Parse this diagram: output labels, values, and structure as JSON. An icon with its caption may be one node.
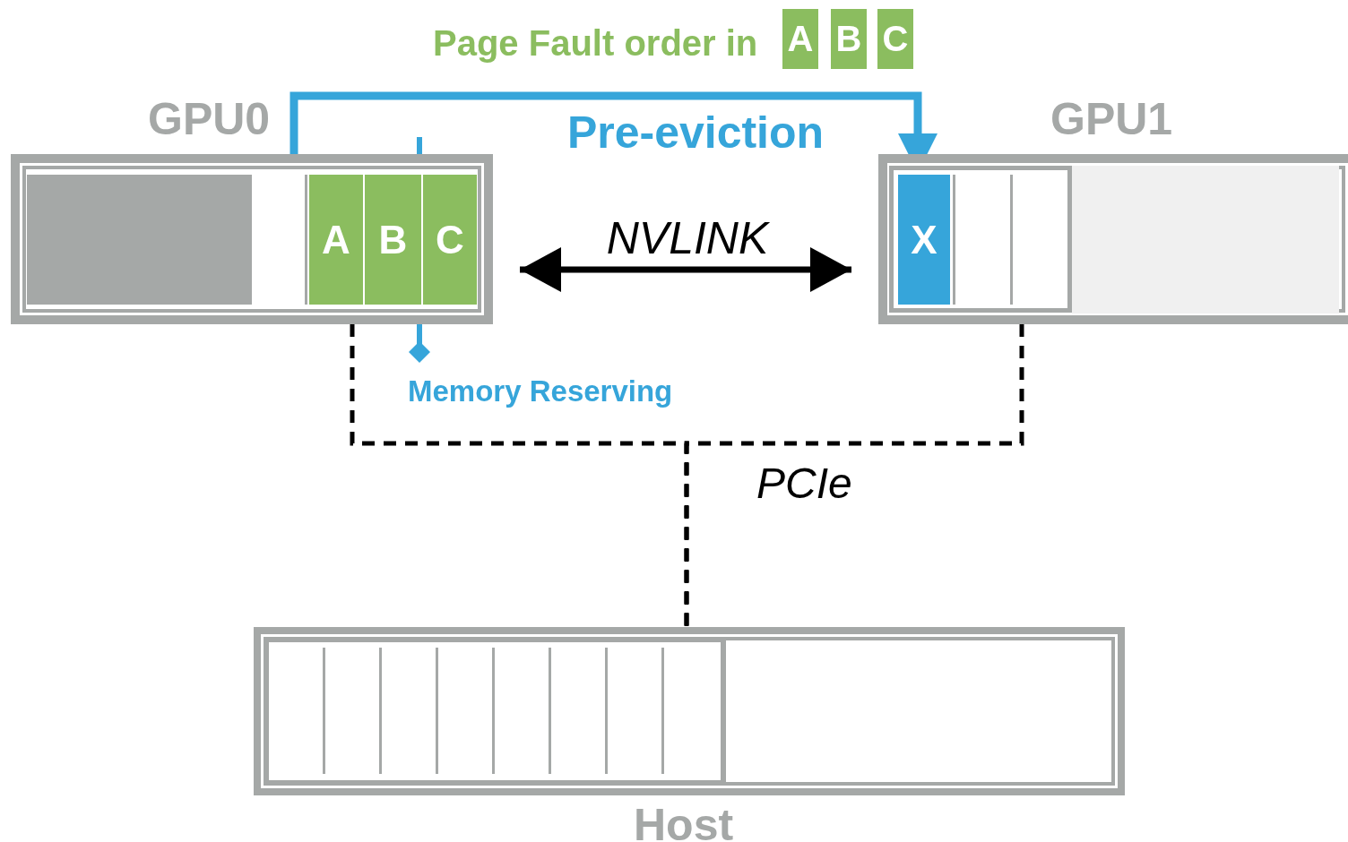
{
  "diagram": {
    "nodes": [
      {
        "text": [
          "GPU0"
        ]
      },
      {
        "text": [
          "A"
        ],
        "in": 0
      },
      {
        "text": [
          "B"
        ],
        "in": 0
      },
      {
        "text": [
          "C"
        ],
        "in": 0
      },
      {
        "text": [
          "GPU1"
        ]
      },
      {
        "text": [
          "X"
        ],
        "in": 4
      },
      {
        "text": [
          "Host"
        ]
      },
      {
        "text": [
          "A"
        ]
      },
      {
        "text": [
          "B"
        ]
      },
      {
        "text": [
          "C"
        ]
      },
      {
        "text": [],
        "shape": "bar",
        "in": 0
      },
      {
        "text": [],
        "shape": "bar",
        "in": 4
      }
    ],
    "edges": [
      {
        "from": 0,
        "to": 5,
        "arrow": "to",
        "label": "Pre-eviction",
        "style": "thick",
        "color": "#36a5da"
      },
      {
        "from": 0,
        "to": 4,
        "arrow": "both",
        "label": "NVLINK"
      },
      {
        "from": 0,
        "to": 6,
        "arrow": "none",
        "label": "PCIe",
        "style": "dashed"
      },
      {
        "from": 4,
        "to": 6,
        "arrow": "none",
        "style": "dashed"
      }
    ],
    "labels": [
      "Page Fault order in",
      "Memory Reserving"
    ]
  }
}
